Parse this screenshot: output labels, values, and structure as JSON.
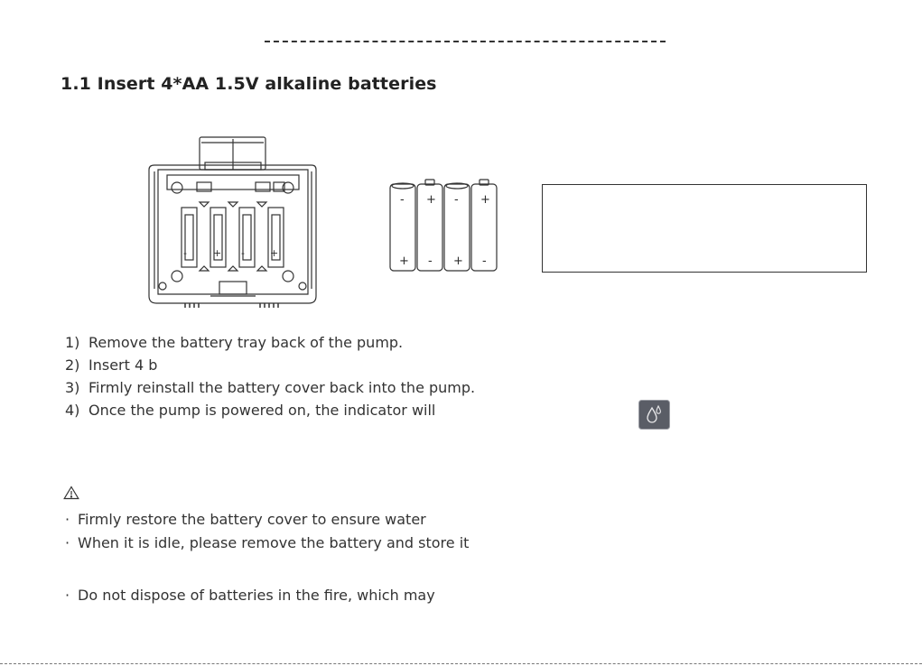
{
  "heading": "1.1 Insert 4*AA 1.5V alkaline batteries",
  "steps": [
    {
      "num": "1)",
      "text": "Remove the battery tray back of the pump."
    },
    {
      "num": "2)",
      "text": "Insert 4 b"
    },
    {
      "num": "3)",
      "text": "Firmly reinstall the battery cover back into the pump."
    },
    {
      "num": "4)",
      "text": "Once the pump is powered on, the indicator will"
    }
  ],
  "warnings": [
    "Firmly restore the battery cover to ensure water",
    "When it is idle, please remove the battery and store it",
    "Do not dispose of batteries in the fire, which may"
  ],
  "bullet": "·",
  "battery_labels": {
    "tray": [
      "-",
      "+",
      "-",
      "+"
    ],
    "loose_top": [
      "-",
      "+",
      "-",
      "+"
    ],
    "loose_bottom": [
      "+",
      "-",
      "+",
      "-"
    ]
  },
  "icons": {
    "warning": "warning-triangle-icon",
    "indicator": "water-drop-indicator-icon"
  },
  "colors": {
    "indicator_bg": "#5a5d66",
    "line": "#333333"
  }
}
